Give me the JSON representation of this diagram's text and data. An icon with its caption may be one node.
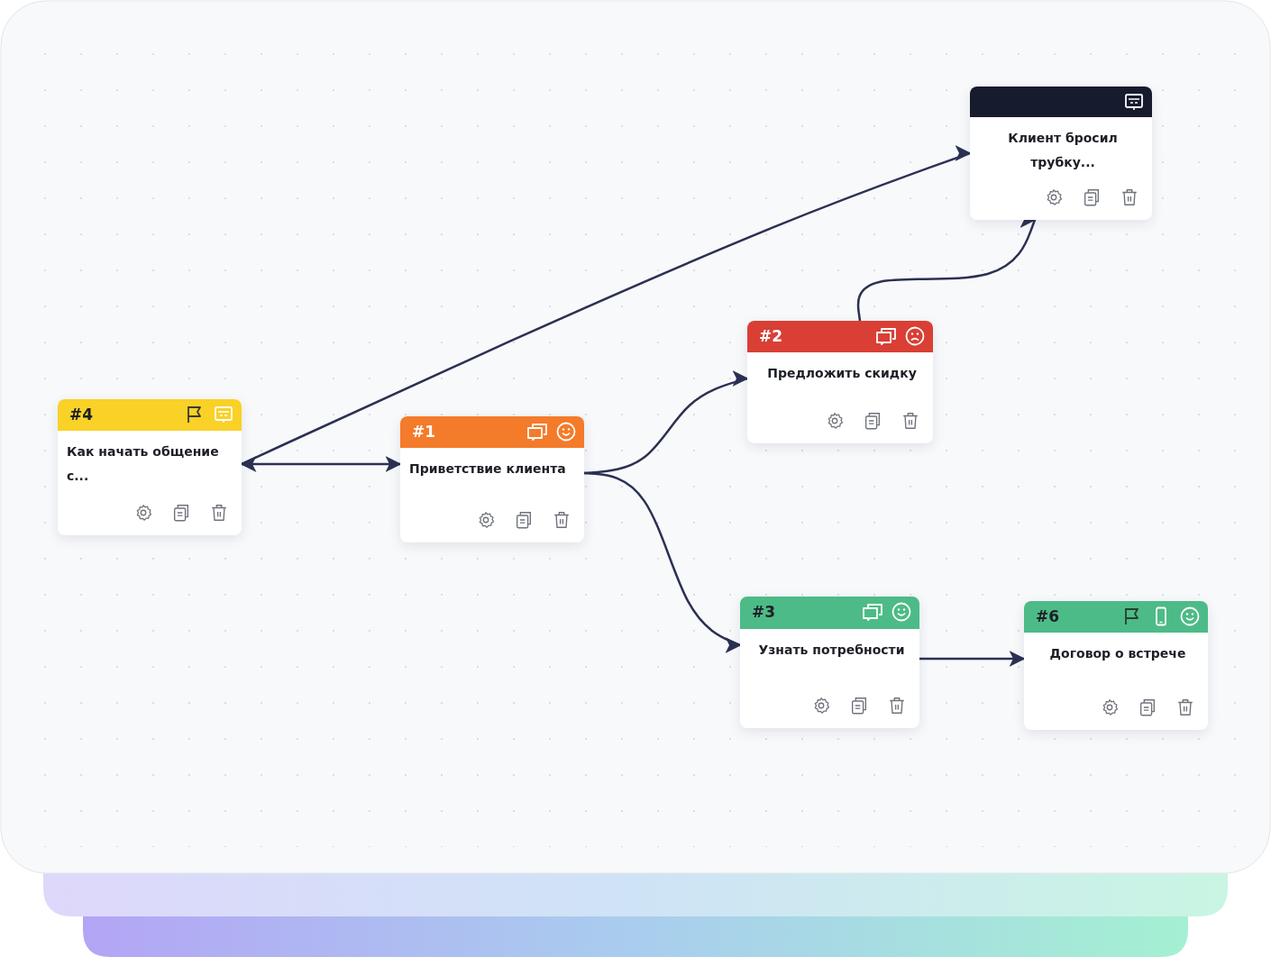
{
  "diagram": {
    "nodes": [
      {
        "text": [
          "#4",
          "Как начать общение с..."
        ]
      },
      {
        "text": [
          "#1",
          "Приветствие клиента"
        ]
      },
      {
        "text": [
          "#2",
          "Предложить скидку"
        ]
      },
      {
        "text": [
          "Клиент бросил трубку..."
        ]
      },
      {
        "text": [
          "#3",
          "Узнать потребности"
        ]
      },
      {
        "text": [
          "#6",
          "Договор о встрече"
        ]
      }
    ],
    "edges": [
      {
        "from": 0,
        "to": 1,
        "arrow": "both"
      },
      {
        "from": 0,
        "to": 3,
        "arrow": "to"
      },
      {
        "from": 1,
        "to": 2,
        "arrow": "to"
      },
      {
        "from": 1,
        "to": 4,
        "arrow": "to"
      },
      {
        "from": 2,
        "to": 3,
        "arrow": "to"
      },
      {
        "from": 4,
        "to": 5,
        "arrow": "to"
      }
    ]
  }
}
